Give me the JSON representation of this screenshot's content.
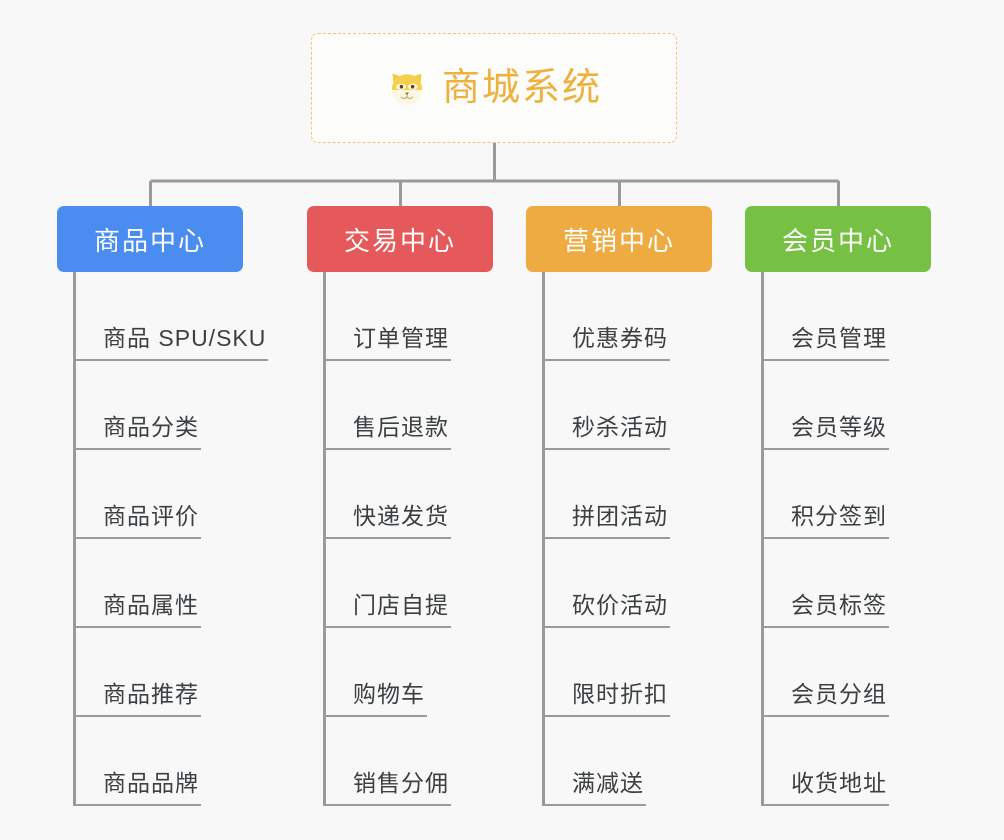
{
  "page": {
    "background": "#f8f8f8",
    "connector_color": "#9a9a9a"
  },
  "root": {
    "title": "商城系统",
    "icon": "shiba-dog-icon",
    "text_color": "#efb13d",
    "border_color": "#f0c674",
    "background": "#fcfcfa"
  },
  "branches": [
    {
      "id": "product",
      "label": "商品中心",
      "color": "#4a8cf0",
      "items": [
        "商品 SPU/SKU",
        "商品分类",
        "商品评价",
        "商品属性",
        "商品推荐",
        "商品品牌"
      ]
    },
    {
      "id": "trade",
      "label": "交易中心",
      "color": "#e5595a",
      "items": [
        "订单管理",
        "售后退款",
        "快递发货",
        "门店自提",
        "购物车",
        "销售分佣"
      ]
    },
    {
      "id": "market",
      "label": "营销中心",
      "color": "#eeab41",
      "items": [
        "优惠券码",
        "秒杀活动",
        "拼团活动",
        "砍价活动",
        "限时折扣",
        "满减送"
      ]
    },
    {
      "id": "member",
      "label": "会员中心",
      "color": "#76c043",
      "items": [
        "会员管理",
        "会员等级",
        "积分签到",
        "会员标签",
        "会员分组",
        "收货地址"
      ]
    }
  ]
}
